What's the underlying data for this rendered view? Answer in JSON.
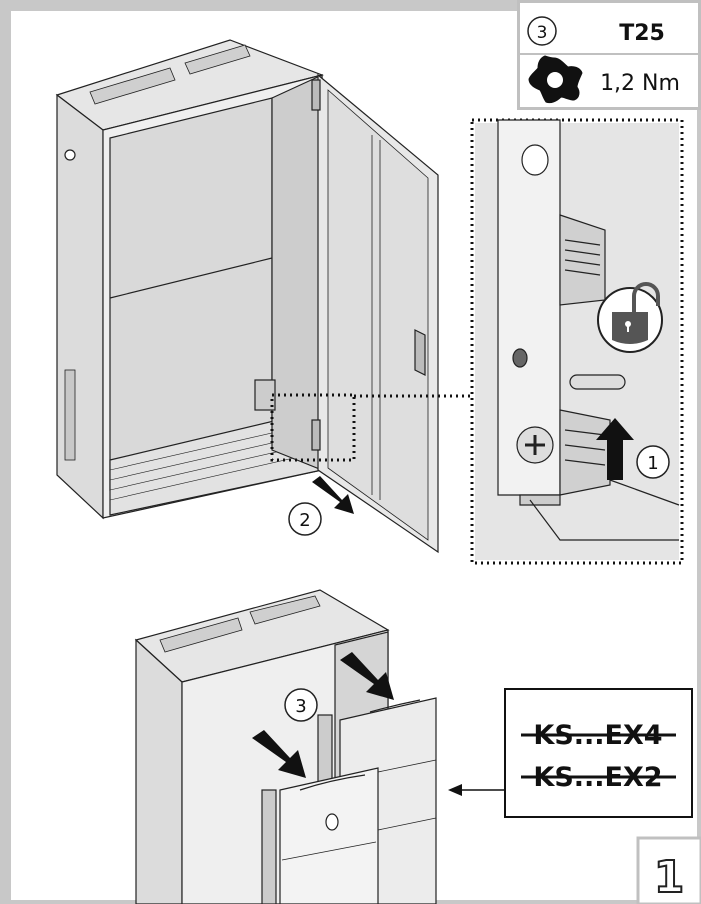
{
  "tool_box": {
    "step": "3",
    "bit": "T25",
    "torque": "1,2 Nm",
    "icon": "torx-icon"
  },
  "callouts": {
    "step1": "1",
    "step2": "2",
    "step3": "3"
  },
  "models_box": {
    "line1": "KS...EX4",
    "line2": "KS...EX2"
  },
  "page_number": "1",
  "lock_icon": "unlock-icon"
}
